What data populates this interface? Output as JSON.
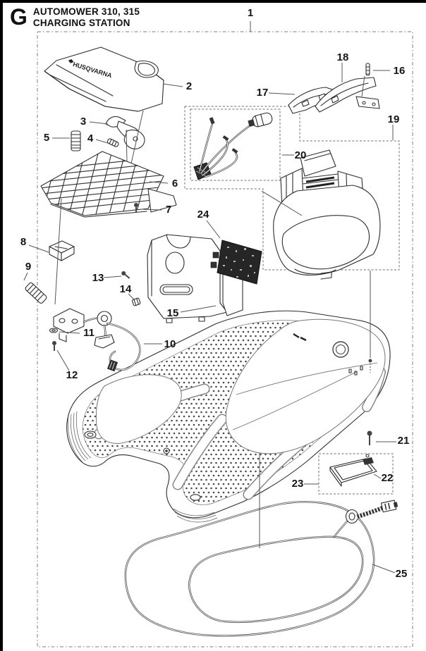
{
  "header": {
    "section_letter": "G",
    "title_line1": "AUTOMOWER 310, 315",
    "title_line2": "CHARGING STATION"
  },
  "cover_logo_text": "HUSQVARNA",
  "callouts": {
    "c1": "1",
    "c2": "2",
    "c3": "3",
    "c4": "4",
    "c5": "5",
    "c6": "6",
    "c7": "7",
    "c8": "8",
    "c9": "9",
    "c10": "10",
    "c11": "11",
    "c12": "12",
    "c13": "13",
    "c14": "14",
    "c15": "15",
    "c16": "16",
    "c17": "17",
    "c18": "18",
    "c19": "19",
    "c20": "20",
    "c21": "21",
    "c22": "22",
    "c23": "23",
    "c24": "24",
    "c25": "25"
  },
  "colors": {
    "ink": "#2e2e2e",
    "dashed_box": "#7d7d7d",
    "pcb_fill": "#262626",
    "page_border": "#000000"
  }
}
